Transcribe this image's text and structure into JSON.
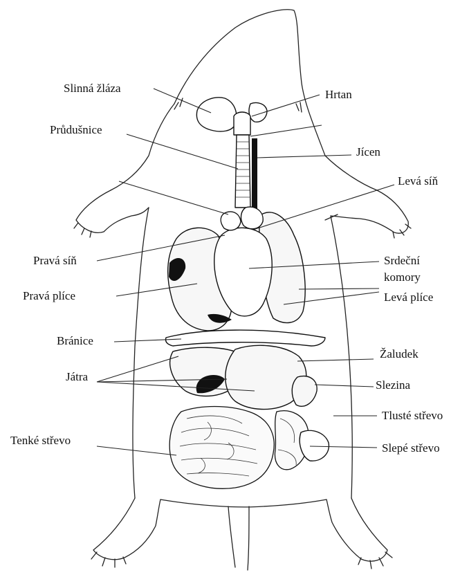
{
  "labels": {
    "salivary_gland": "Slinná žláza",
    "larynx": "Hrtan",
    "trachea": "Průdušnice",
    "esophagus": "Jícen",
    "left_atrium": "Levá síň",
    "right_atrium": "Pravá síň",
    "ventricles_line1": "Srdeční",
    "ventricles_line2": "komory",
    "right_lung": "Pravá plíce",
    "left_lung": "Levá plíce",
    "diaphragm": "Bránice",
    "stomach": "Žaludek",
    "liver": "Játra",
    "spleen": "Slezina",
    "large_intestine": "Tlusté střevo",
    "small_intestine": "Tenké střevo",
    "cecum": "Slepé střevo"
  }
}
